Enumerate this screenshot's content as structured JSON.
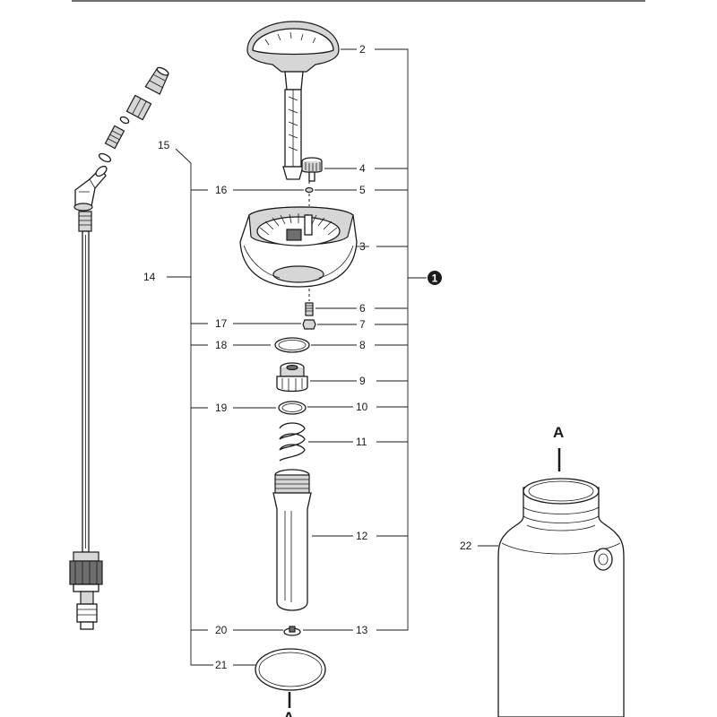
{
  "callouts": {
    "c2": "2",
    "c3": "3",
    "c4": "4",
    "c5": "5",
    "c6": "6",
    "c7": "7",
    "c8": "8",
    "c9": "9",
    "c10": "10",
    "c11": "11",
    "c12": "12",
    "c13": "13",
    "c14": "14",
    "c15": "15",
    "c16": "16",
    "c17": "17",
    "c18": "18",
    "c19": "19",
    "c20": "20",
    "c21": "21",
    "c22": "22"
  },
  "assembly_badge": "1",
  "view_marker": "A",
  "colors": {
    "line": "#1a1a1a",
    "shade": "#d6d6d6",
    "dark": "#6e6e6e"
  }
}
